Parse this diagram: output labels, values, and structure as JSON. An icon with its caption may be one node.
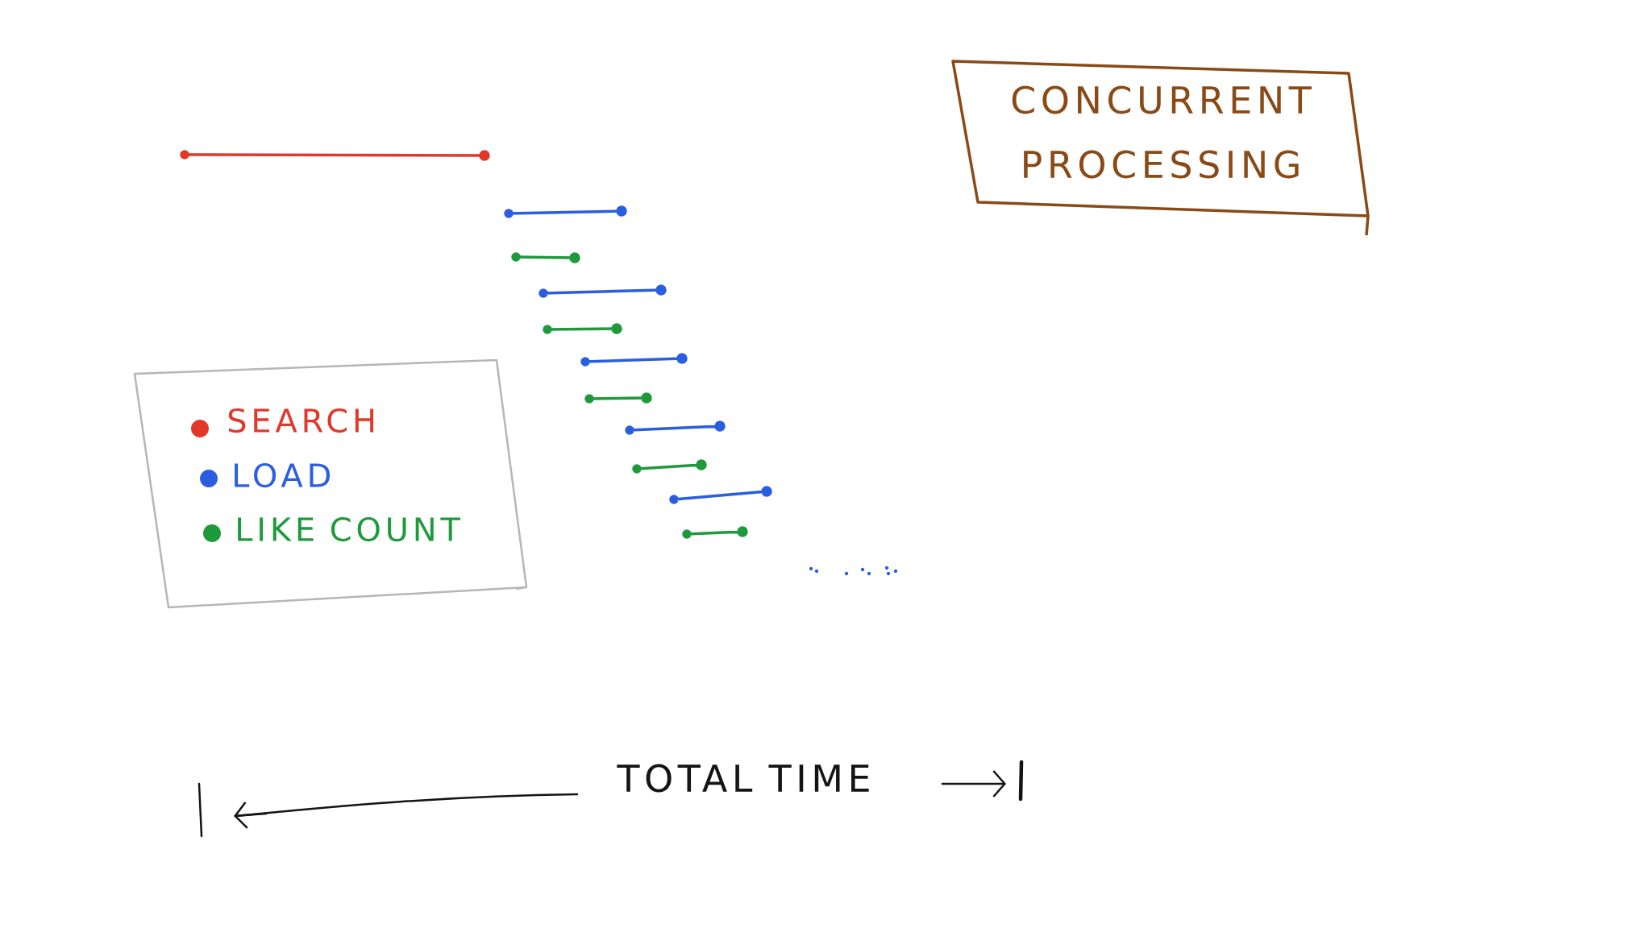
{
  "diagram": {
    "title": "CONCURRENT PROCESSING",
    "labels": [
      "TOTAL TIME"
    ],
    "legend": [
      {
        "text": "SEARCH",
        "color": "#e2382a"
      },
      {
        "text": "LOAD",
        "color": "#2a5de0"
      },
      {
        "text": "LIKE COUNT",
        "color": "#1e9a3c"
      }
    ]
  }
}
